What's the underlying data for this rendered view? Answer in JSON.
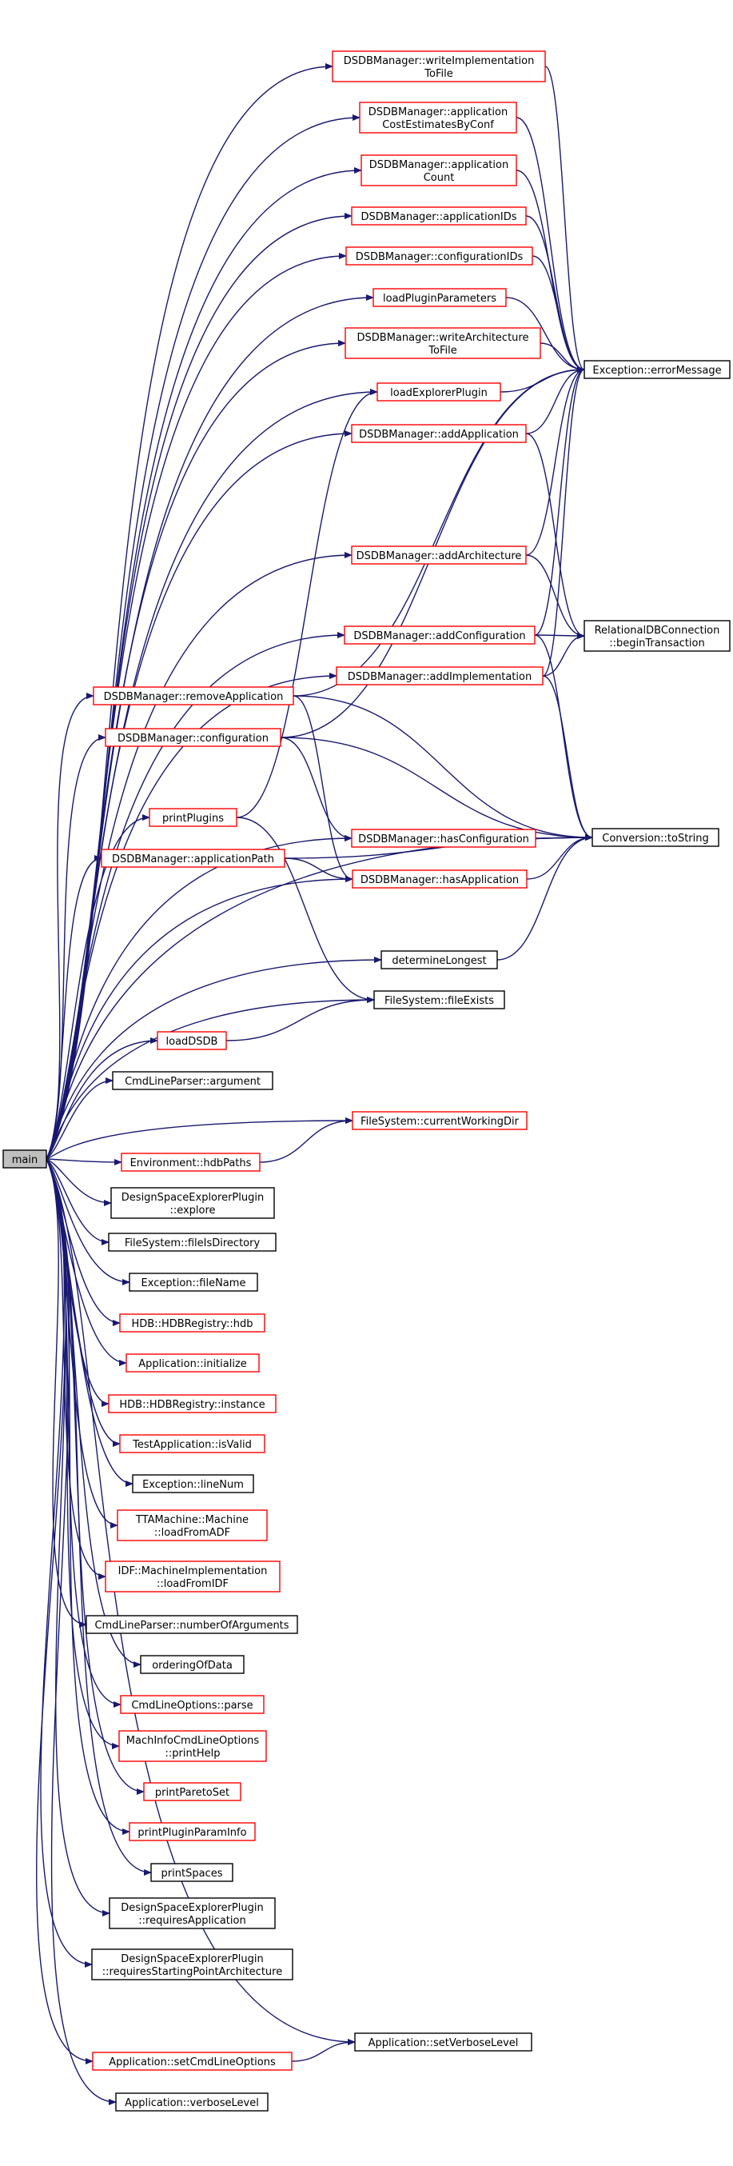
{
  "diagram": {
    "type": "call-graph",
    "edge_color": "#191970",
    "root_fill": "#bfbfbf",
    "nodes": [
      {
        "id": "main",
        "lines": [
          "main"
        ],
        "style": "main"
      },
      {
        "id": "writeImpl",
        "lines": [
          "DSDBManager::writeImplementation",
          "ToFile"
        ],
        "style": "red"
      },
      {
        "id": "appCostEst",
        "lines": [
          "DSDBManager::application",
          "CostEstimatesByConf"
        ],
        "style": "red"
      },
      {
        "id": "appCount",
        "lines": [
          "DSDBManager::application",
          "Count"
        ],
        "style": "red"
      },
      {
        "id": "appIDs",
        "lines": [
          "DSDBManager::applicationIDs"
        ],
        "style": "red"
      },
      {
        "id": "confIDs",
        "lines": [
          "DSDBManager::configurationIDs"
        ],
        "style": "red"
      },
      {
        "id": "loadPluginParams",
        "lines": [
          "loadPluginParameters"
        ],
        "style": "red"
      },
      {
        "id": "writeArch",
        "lines": [
          "DSDBManager::writeArchitecture",
          "ToFile"
        ],
        "style": "red"
      },
      {
        "id": "errorMessage",
        "lines": [
          "Exception::errorMessage"
        ],
        "style": "black"
      },
      {
        "id": "loadExplorer",
        "lines": [
          "loadExplorerPlugin"
        ],
        "style": "red"
      },
      {
        "id": "addApp",
        "lines": [
          "DSDBManager::addApplication"
        ],
        "style": "red"
      },
      {
        "id": "addArch",
        "lines": [
          "DSDBManager::addArchitecture"
        ],
        "style": "red"
      },
      {
        "id": "addConf",
        "lines": [
          "DSDBManager::addConfiguration"
        ],
        "style": "red"
      },
      {
        "id": "beginTx",
        "lines": [
          "RelationalDBConnection",
          "::beginTransaction"
        ],
        "style": "black"
      },
      {
        "id": "addImpl",
        "lines": [
          "DSDBManager::addImplementation"
        ],
        "style": "red"
      },
      {
        "id": "removeApp",
        "lines": [
          "DSDBManager::removeApplication"
        ],
        "style": "red"
      },
      {
        "id": "configuration",
        "lines": [
          "DSDBManager::configuration"
        ],
        "style": "red"
      },
      {
        "id": "printPlugins",
        "lines": [
          "printPlugins"
        ],
        "style": "red"
      },
      {
        "id": "hasConf",
        "lines": [
          "DSDBManager::hasConfiguration"
        ],
        "style": "red"
      },
      {
        "id": "toString",
        "lines": [
          "Conversion::toString"
        ],
        "style": "black"
      },
      {
        "id": "appPath",
        "lines": [
          "DSDBManager::applicationPath"
        ],
        "style": "red"
      },
      {
        "id": "hasApp",
        "lines": [
          "DSDBManager::hasApplication"
        ],
        "style": "red"
      },
      {
        "id": "determineLongest",
        "lines": [
          "determineLongest"
        ],
        "style": "black"
      },
      {
        "id": "fileExists",
        "lines": [
          "FileSystem::fileExists"
        ],
        "style": "black"
      },
      {
        "id": "loadDSDB",
        "lines": [
          "loadDSDB"
        ],
        "style": "red"
      },
      {
        "id": "argument",
        "lines": [
          "CmdLineParser::argument"
        ],
        "style": "black"
      },
      {
        "id": "cwd",
        "lines": [
          "FileSystem::currentWorkingDir"
        ],
        "style": "red"
      },
      {
        "id": "hdbPaths",
        "lines": [
          "Environment::hdbPaths"
        ],
        "style": "red"
      },
      {
        "id": "explore",
        "lines": [
          "DesignSpaceExplorerPlugin",
          "::explore"
        ],
        "style": "black"
      },
      {
        "id": "fileIsDir",
        "lines": [
          "FileSystem::fileIsDirectory"
        ],
        "style": "black"
      },
      {
        "id": "fileName",
        "lines": [
          "Exception::fileName"
        ],
        "style": "black"
      },
      {
        "id": "hdb",
        "lines": [
          "HDB::HDBRegistry::hdb"
        ],
        "style": "red"
      },
      {
        "id": "initialize",
        "lines": [
          "Application::initialize"
        ],
        "style": "red"
      },
      {
        "id": "instance",
        "lines": [
          "HDB::HDBRegistry::instance"
        ],
        "style": "red"
      },
      {
        "id": "isValid",
        "lines": [
          "TestApplication::isValid"
        ],
        "style": "red"
      },
      {
        "id": "lineNum",
        "lines": [
          "Exception::lineNum"
        ],
        "style": "black"
      },
      {
        "id": "loadFromADF",
        "lines": [
          "TTAMachine::Machine",
          "::loadFromADF"
        ],
        "style": "red"
      },
      {
        "id": "loadFromIDF",
        "lines": [
          "IDF::MachineImplementation",
          "::loadFromIDF"
        ],
        "style": "red"
      },
      {
        "id": "numArgs",
        "lines": [
          "CmdLineParser::numberOfArguments"
        ],
        "style": "black"
      },
      {
        "id": "orderingOfData",
        "lines": [
          "orderingOfData"
        ],
        "style": "black"
      },
      {
        "id": "parse",
        "lines": [
          "CmdLineOptions::parse"
        ],
        "style": "red"
      },
      {
        "id": "printHelp",
        "lines": [
          "MachInfoCmdLineOptions",
          "::printHelp"
        ],
        "style": "red"
      },
      {
        "id": "printPareto",
        "lines": [
          "printParetoSet"
        ],
        "style": "red"
      },
      {
        "id": "printPluginParam",
        "lines": [
          "printPluginParamInfo"
        ],
        "style": "red"
      },
      {
        "id": "printSpaces",
        "lines": [
          "printSpaces"
        ],
        "style": "black"
      },
      {
        "id": "reqApp",
        "lines": [
          "DesignSpaceExplorerPlugin",
          "::requiresApplication"
        ],
        "style": "black"
      },
      {
        "id": "reqStart",
        "lines": [
          "DesignSpaceExplorerPlugin",
          "::requiresStartingPointArchitecture"
        ],
        "style": "black"
      },
      {
        "id": "setVerbose",
        "lines": [
          "Application::setVerboseLevel"
        ],
        "style": "black"
      },
      {
        "id": "setCmdLine",
        "lines": [
          "Application::setCmdLineOptions"
        ],
        "style": "red"
      },
      {
        "id": "verboseLevel",
        "lines": [
          "Application::verboseLevel"
        ],
        "style": "black"
      }
    ],
    "edges": [
      [
        "main",
        "writeImpl"
      ],
      [
        "main",
        "appCostEst"
      ],
      [
        "main",
        "appCount"
      ],
      [
        "main",
        "appIDs"
      ],
      [
        "main",
        "confIDs"
      ],
      [
        "main",
        "loadPluginParams"
      ],
      [
        "main",
        "writeArch"
      ],
      [
        "main",
        "loadExplorer"
      ],
      [
        "main",
        "addApp"
      ],
      [
        "main",
        "addArch"
      ],
      [
        "main",
        "addConf"
      ],
      [
        "main",
        "addImpl"
      ],
      [
        "main",
        "removeApp"
      ],
      [
        "main",
        "configuration"
      ],
      [
        "main",
        "printPlugins"
      ],
      [
        "main",
        "hasConf"
      ],
      [
        "main",
        "appPath"
      ],
      [
        "main",
        "hasApp"
      ],
      [
        "main",
        "toString"
      ],
      [
        "main",
        "determineLongest"
      ],
      [
        "main",
        "fileExists"
      ],
      [
        "main",
        "loadDSDB"
      ],
      [
        "main",
        "argument"
      ],
      [
        "main",
        "cwd"
      ],
      [
        "main",
        "hdbPaths"
      ],
      [
        "main",
        "explore"
      ],
      [
        "main",
        "fileIsDir"
      ],
      [
        "main",
        "fileName"
      ],
      [
        "main",
        "hdb"
      ],
      [
        "main",
        "initialize"
      ],
      [
        "main",
        "instance"
      ],
      [
        "main",
        "isValid"
      ],
      [
        "main",
        "lineNum"
      ],
      [
        "main",
        "loadFromADF"
      ],
      [
        "main",
        "loadFromIDF"
      ],
      [
        "main",
        "numArgs"
      ],
      [
        "main",
        "orderingOfData"
      ],
      [
        "main",
        "parse"
      ],
      [
        "main",
        "printHelp"
      ],
      [
        "main",
        "printPareto"
      ],
      [
        "main",
        "printPluginParam"
      ],
      [
        "main",
        "printSpaces"
      ],
      [
        "main",
        "reqApp"
      ],
      [
        "main",
        "reqStart"
      ],
      [
        "main",
        "setVerbose"
      ],
      [
        "main",
        "setCmdLine"
      ],
      [
        "main",
        "verboseLevel"
      ],
      [
        "writeImpl",
        "errorMessage"
      ],
      [
        "appCostEst",
        "errorMessage"
      ],
      [
        "appCount",
        "errorMessage"
      ],
      [
        "appIDs",
        "errorMessage"
      ],
      [
        "confIDs",
        "errorMessage"
      ],
      [
        "loadPluginParams",
        "errorMessage"
      ],
      [
        "writeArch",
        "errorMessage"
      ],
      [
        "loadExplorer",
        "errorMessage"
      ],
      [
        "addApp",
        "errorMessage"
      ],
      [
        "addApp",
        "beginTx"
      ],
      [
        "addArch",
        "errorMessage"
      ],
      [
        "addArch",
        "beginTx"
      ],
      [
        "addConf",
        "errorMessage"
      ],
      [
        "addConf",
        "beginTx"
      ],
      [
        "addConf",
        "toString"
      ],
      [
        "addImpl",
        "errorMessage"
      ],
      [
        "addImpl",
        "beginTx"
      ],
      [
        "addImpl",
        "toString"
      ],
      [
        "removeApp",
        "errorMessage"
      ],
      [
        "removeApp",
        "hasApp"
      ],
      [
        "removeApp",
        "toString"
      ],
      [
        "configuration",
        "errorMessage"
      ],
      [
        "configuration",
        "hasConf"
      ],
      [
        "configuration",
        "toString"
      ],
      [
        "printPlugins",
        "loadExplorer"
      ],
      [
        "printPlugins",
        "fileExists"
      ],
      [
        "hasConf",
        "toString"
      ],
      [
        "appPath",
        "hasApp"
      ],
      [
        "appPath",
        "toString"
      ],
      [
        "hasApp",
        "toString"
      ],
      [
        "determineLongest",
        "toString"
      ],
      [
        "loadDSDB",
        "fileExists"
      ],
      [
        "hdbPaths",
        "cwd"
      ],
      [
        "setCmdLine",
        "setVerbose"
      ]
    ]
  }
}
